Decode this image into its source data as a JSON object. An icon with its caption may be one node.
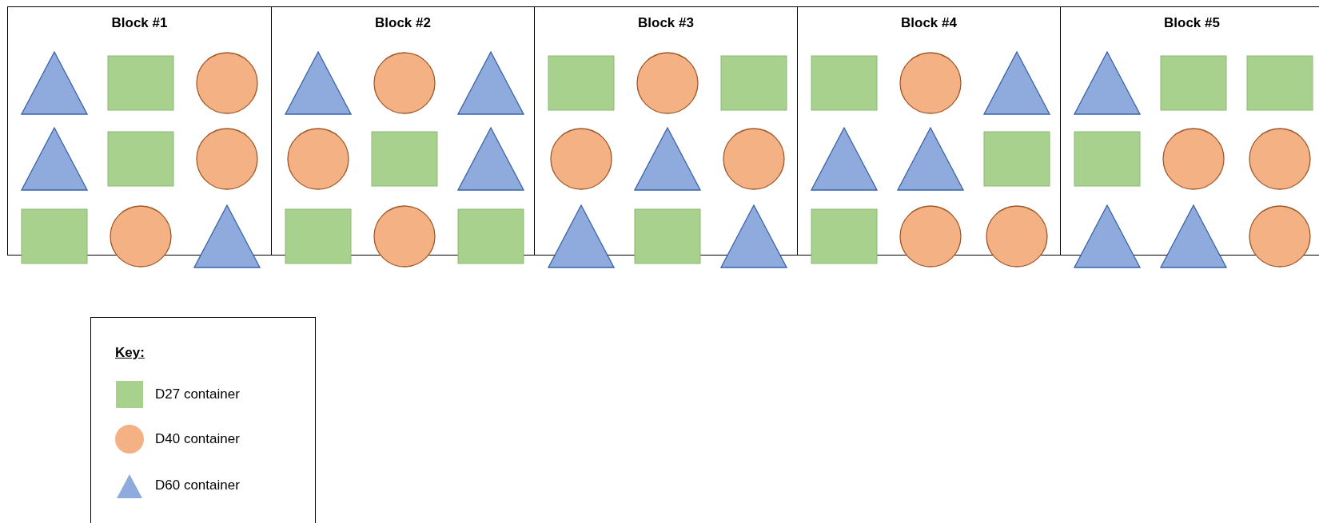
{
  "diagram": {
    "nodes": [
      {
        "text": [
          "Block #1"
        ]
      },
      {
        "text": [],
        "shape": "triangle",
        "in": 0
      },
      {
        "text": [],
        "shape": "box",
        "in": 0
      },
      {
        "text": [],
        "shape": "circle",
        "in": 0
      },
      {
        "text": [],
        "shape": "triangle",
        "in": 0
      },
      {
        "text": [],
        "shape": "box",
        "in": 0
      },
      {
        "text": [],
        "shape": "circle",
        "in": 0
      },
      {
        "text": [],
        "shape": "box",
        "in": 0
      },
      {
        "text": [],
        "shape": "circle",
        "in": 0
      },
      {
        "text": [],
        "shape": "triangle",
        "in": 0
      },
      {
        "text": [
          "Block #2"
        ]
      },
      {
        "text": [],
        "shape": "triangle",
        "in": 10
      },
      {
        "text": [],
        "shape": "circle",
        "in": 10
      },
      {
        "text": [],
        "shape": "triangle",
        "in": 10
      },
      {
        "text": [],
        "shape": "circle",
        "in": 10
      },
      {
        "text": [],
        "shape": "box",
        "in": 10
      },
      {
        "text": [],
        "shape": "triangle",
        "in": 10
      },
      {
        "text": [],
        "shape": "box",
        "in": 10
      },
      {
        "text": [],
        "shape": "circle",
        "in": 10
      },
      {
        "text": [],
        "shape": "box",
        "in": 10
      },
      {
        "text": [
          "Block #3"
        ]
      },
      {
        "text": [],
        "shape": "box",
        "in": 20
      },
      {
        "text": [],
        "shape": "circle",
        "in": 20
      },
      {
        "text": [],
        "shape": "box",
        "in": 20
      },
      {
        "text": [],
        "shape": "circle",
        "in": 20
      },
      {
        "text": [],
        "shape": "triangle",
        "in": 20
      },
      {
        "text": [],
        "shape": "circle",
        "in": 20
      },
      {
        "text": [],
        "shape": "triangle",
        "in": 20
      },
      {
        "text": [],
        "shape": "box",
        "in": 20
      },
      {
        "text": [],
        "shape": "triangle",
        "in": 20
      },
      {
        "text": [
          "Block #4"
        ]
      },
      {
        "text": [],
        "shape": "box",
        "in": 30
      },
      {
        "text": [],
        "shape": "circle",
        "in": 30
      },
      {
        "text": [],
        "shape": "triangle",
        "in": 30
      },
      {
        "text": [],
        "shape": "triangle",
        "in": 30
      },
      {
        "text": [],
        "shape": "triangle",
        "in": 30
      },
      {
        "text": [],
        "shape": "box",
        "in": 30
      },
      {
        "text": [],
        "shape": "box",
        "in": 30
      },
      {
        "text": [],
        "shape": "circle",
        "in": 30
      },
      {
        "text": [],
        "shape": "circle",
        "in": 30
      },
      {
        "text": [
          "Block #5"
        ]
      },
      {
        "text": [],
        "shape": "triangle",
        "in": 40
      },
      {
        "text": [],
        "shape": "box",
        "in": 40
      },
      {
        "text": [],
        "shape": "box",
        "in": 40
      },
      {
        "text": [],
        "shape": "box",
        "in": 40
      },
      {
        "text": [],
        "shape": "circle",
        "in": 40
      },
      {
        "text": [],
        "shape": "circle",
        "in": 40
      },
      {
        "text": [],
        "shape": "triangle",
        "in": 40
      },
      {
        "text": [],
        "shape": "triangle",
        "in": 40
      },
      {
        "text": [],
        "shape": "circle",
        "in": 40
      }
    ],
    "labels": [
      "Key:"
    ],
    "legend": [
      {
        "text": "D27 container",
        "color": "#a9d18e"
      },
      {
        "text": "D40 container",
        "color": "#f4b183"
      },
      {
        "text": "D60 container",
        "color": "#8faadc"
      }
    ]
  }
}
